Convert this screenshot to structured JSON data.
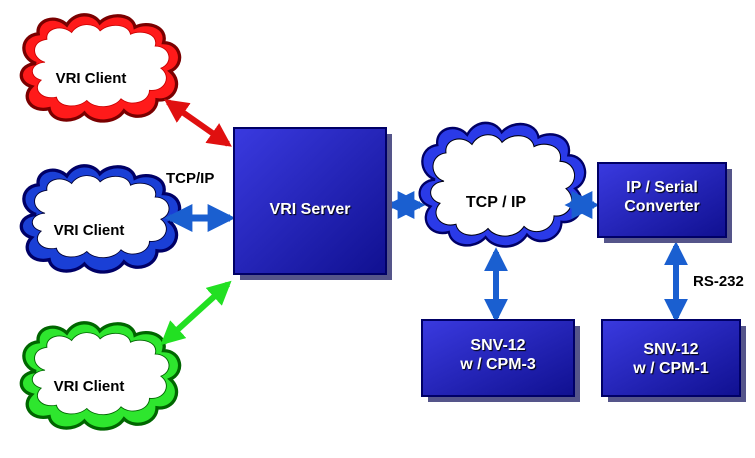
{
  "colors": {
    "red_client": "#ff1a1a",
    "blue_client": "#1a3fd6",
    "green_client": "#2ee62e",
    "network_cloud": "#2a3ae8",
    "box_fill": "#1a1ab8",
    "box_border": "#000066",
    "arrow_red": "#e01010",
    "arrow_blue": "#1a5fd0",
    "arrow_green": "#22e022"
  },
  "clients": [
    {
      "label": "VRI Client",
      "color": "red"
    },
    {
      "label": "VRI Client",
      "color": "blue"
    },
    {
      "label": "VRI Client",
      "color": "green"
    }
  ],
  "server": {
    "label": "VRI Server"
  },
  "network": {
    "label": "TCP / IP"
  },
  "client_link_label": "TCP/IP",
  "converter": {
    "line1": "IP / Serial",
    "line2": "Converter"
  },
  "serial_link_label": "RS-232",
  "devices": [
    {
      "line1": "SNV-12",
      "line2": "w / CPM-3"
    },
    {
      "line1": "SNV-12",
      "line2": "w / CPM-1"
    }
  ]
}
